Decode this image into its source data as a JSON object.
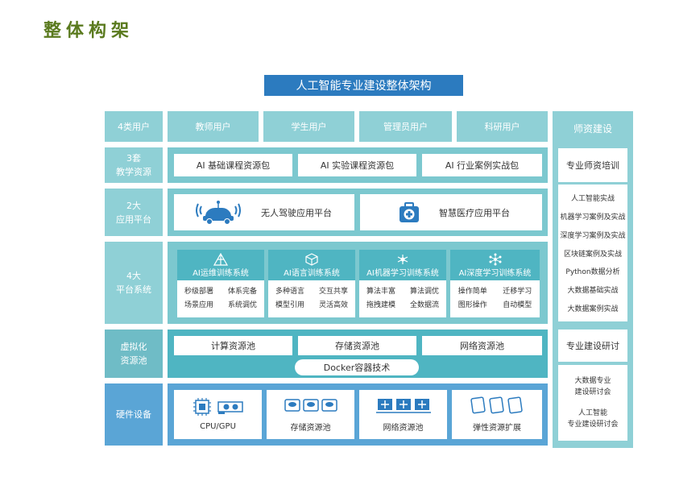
{
  "page_title": "整体构架",
  "banner": "人工智能专业建设整体架构",
  "rows": {
    "users": {
      "label": "4类用户",
      "items": [
        "教师用户",
        "学生用户",
        "管理员用户",
        "科研用户"
      ]
    },
    "resources": {
      "label": "3套\n教学资源",
      "items": [
        "AI 基础课程资源包",
        "AI 实验课程资源包",
        "AI 行业案例实战包"
      ]
    },
    "platforms": {
      "label": "2大\n应用平台",
      "items": [
        {
          "name": "无人驾驶应用平台",
          "icon": "car-icon"
        },
        {
          "name": "智慧医疗应用平台",
          "icon": "medical-kit-icon"
        }
      ]
    },
    "systems": {
      "label": "4大\n平台系统",
      "items": [
        {
          "name": "AI运维训练系统",
          "icon": "ops-pyramid-icon",
          "features": [
            "秒级部署",
            "体系完备",
            "场景应用",
            "系统调优"
          ]
        },
        {
          "name": "AI语言训练系统",
          "icon": "language-cube-icon",
          "features": [
            "多种语言",
            "交互共享",
            "模型引用",
            "灵活高效"
          ]
        },
        {
          "name": "AI机器学习训练系统",
          "icon": "ml-network-icon",
          "features": [
            "算法丰富",
            "算法调优",
            "拖拽建模",
            "全数据流"
          ]
        },
        {
          "name": "AI深度学习训练系统",
          "icon": "dl-network-icon",
          "features": [
            "操作简单",
            "迁移学习",
            "图形操作",
            "自动模型"
          ]
        }
      ]
    },
    "virtual": {
      "label": "虚拟化\n资源池",
      "items": [
        "计算资源池",
        "存储资源池",
        "网络资源池"
      ],
      "docker": "Docker容器技术"
    },
    "hardware": {
      "label": "硬件设备",
      "items": [
        {
          "name": "CPU/GPU",
          "icon": "cpu-gpu-icon"
        },
        {
          "name": "存储资源池",
          "icon": "storage-disk-icon"
        },
        {
          "name": "网络资源池",
          "icon": "network-switch-icon"
        },
        {
          "name": "弹性资源扩展",
          "icon": "elastic-resource-icon"
        }
      ]
    }
  },
  "right": {
    "header": "师资建设",
    "training": "专业师资培训",
    "training_items": [
      "人工智能实战",
      "机器学习案例及实战",
      "深度学习案例及实战",
      "区块链案例及实战",
      "Python数据分析",
      "大数据基础实战",
      "大数据案例实战"
    ],
    "seminar": "专业建设研讨",
    "seminar_items": [
      "大数据专业\n建设研讨会",
      "人工智能\n专业建设研讨会"
    ]
  },
  "colors": {
    "title": "#5a7a1e",
    "banner": "#2c7bbf",
    "label": "#8fd0d6",
    "panel": "#7cc8cf",
    "header": "#4fb5c2",
    "icon": "#2c7bbf"
  }
}
